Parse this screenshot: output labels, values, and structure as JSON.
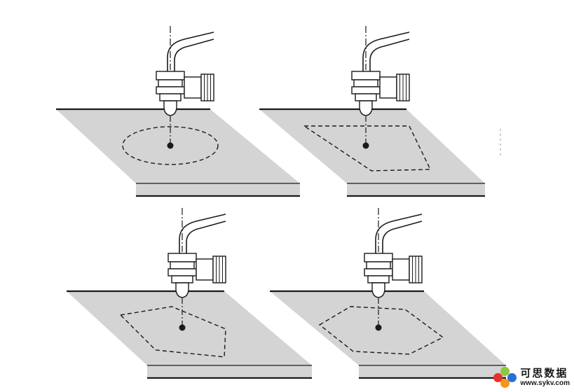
{
  "colors": {
    "plate_fill": "#d4d4d4",
    "line": "#1a1a1a",
    "background": "#ffffff"
  },
  "panels": [
    {
      "id": "top-left",
      "cut_path": "circle",
      "icon": "torch-nozzle-icon"
    },
    {
      "id": "top-right",
      "cut_path": "rectangle",
      "icon": "torch-nozzle-icon"
    },
    {
      "id": "bottom-left",
      "cut_path": "pentagon",
      "icon": "torch-nozzle-icon"
    },
    {
      "id": "bottom-right",
      "cut_path": "hexagon",
      "icon": "torch-nozzle-icon"
    }
  ],
  "watermark": {
    "name": "可思数据",
    "url": "www.sykv.com",
    "dot_colors": [
      "#e8322b",
      "#8dc63f",
      "#f7941d",
      "#2a6fd6"
    ]
  }
}
